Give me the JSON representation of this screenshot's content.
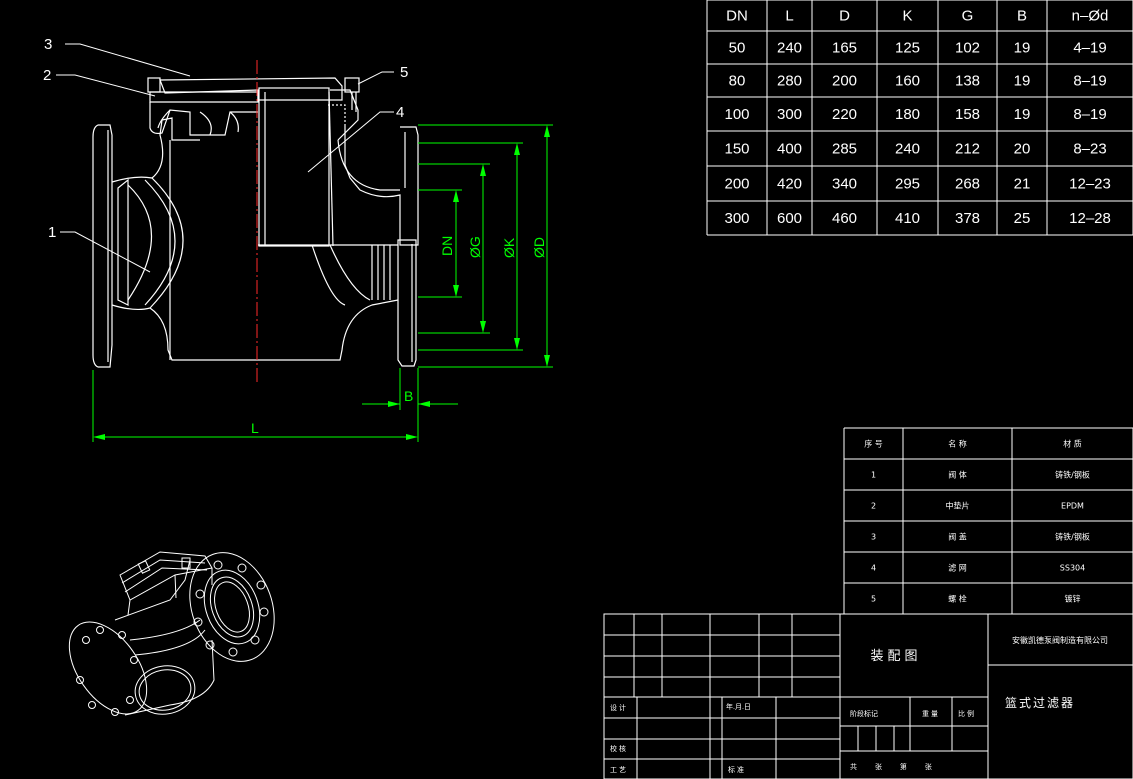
{
  "drawing": {
    "balloons": [
      "1",
      "2",
      "3",
      "4",
      "5"
    ],
    "dimensions": {
      "dn": "DN",
      "g": "ØG",
      "k": "ØK",
      "d": "ØD",
      "b": "B",
      "l": "L"
    }
  },
  "spec_table": {
    "headers": [
      "DN",
      "L",
      "D",
      "K",
      "G",
      "B",
      "n–Ød"
    ],
    "rows": [
      [
        "50",
        "240",
        "165",
        "125",
        "102",
        "19",
        "4–19"
      ],
      [
        "80",
        "280",
        "200",
        "160",
        "138",
        "19",
        "8–19"
      ],
      [
        "100",
        "300",
        "220",
        "180",
        "158",
        "19",
        "8–19"
      ],
      [
        "150",
        "400",
        "285",
        "240",
        "212",
        "20",
        "8–23"
      ],
      [
        "200",
        "420",
        "340",
        "295",
        "268",
        "21",
        "12–23"
      ],
      [
        "300",
        "600",
        "460",
        "410",
        "378",
        "25",
        "12–28"
      ]
    ]
  },
  "parts_table": {
    "headers": [
      "序 号",
      "名 称",
      "材 质"
    ],
    "rows": [
      [
        "1",
        "阀 体",
        "铸铁/钢板"
      ],
      [
        "2",
        "中垫片",
        "EPDM"
      ],
      [
        "3",
        "阀 盖",
        "铸铁/钢板"
      ],
      [
        "4",
        "滤 网",
        "SS304"
      ],
      [
        "5",
        "螺 栓",
        "镀锌"
      ]
    ]
  },
  "title_block": {
    "drawing_type": "装配图",
    "company": "安徽凯德泵阀制造有限公司",
    "product": "篮式过滤器",
    "designer_label": "设 计",
    "date_label": "年.月.日",
    "check_label": "校 核",
    "process_label": "工 艺",
    "standard_label": "标 准",
    "stage_label": "阶段标记",
    "weight_label": "重 量",
    "scale_label": "比 例",
    "sheet_label": "共 张 第 张"
  },
  "colors": {
    "background": "#000000",
    "lines": "#ffffff",
    "dims": "#00ff00",
    "center": "#ff2a2a"
  }
}
